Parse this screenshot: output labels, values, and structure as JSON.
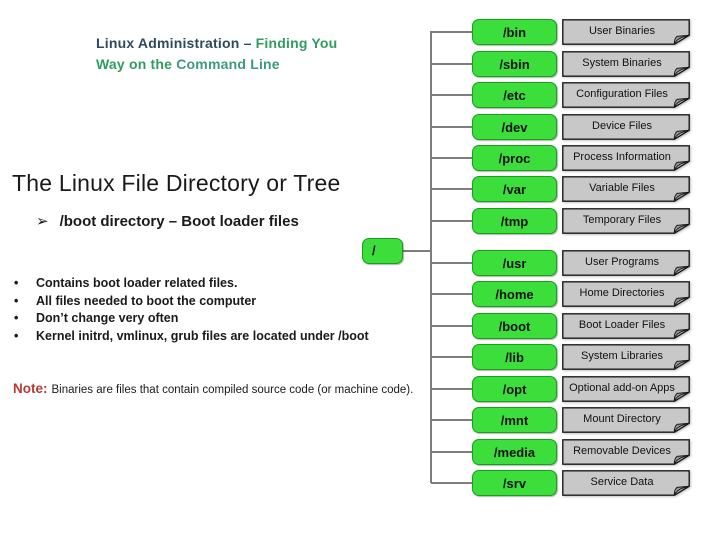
{
  "slide": {
    "title": {
      "segments": [
        {
          "text": "Linux Administration – ",
          "color": "#2E4A5E"
        },
        {
          "text": "Finding You",
          "color": "#2F9D62"
        },
        {
          "text": "Way on the ",
          "color": "#2F9D62"
        },
        {
          "text": "Command Line",
          "color": "#3D9B7D"
        }
      ]
    },
    "heading": "The Linux File Directory or Tree",
    "arrow_item": {
      "bullet": "➢",
      "text": "/boot directory – Boot loader files"
    },
    "bullet_glyph": "•",
    "bullets": [
      "Contains boot loader related files.",
      "All files needed to boot the computer",
      "Don’t change very often",
      "Kernel initrd, vmlinux, grub files are located under /boot"
    ],
    "note": {
      "label": "Note:",
      "text": "Binaries are files that contain compiled source code (or machine code)."
    }
  },
  "tree": {
    "root_label": "/",
    "colors": {
      "node_fill": "#3BDE3B",
      "node_border": "#18A018",
      "desc_fill": "#C8C8C8",
      "desc_border": "#1A1A1A",
      "fold_fill": "#9A9A9A",
      "connector": "#7D7D7D"
    },
    "rows": [
      {
        "dir": "/bin",
        "desc": "User Binaries"
      },
      {
        "dir": "/sbin",
        "desc": "System Binaries"
      },
      {
        "dir": "/etc",
        "desc": "Configuration Files"
      },
      {
        "dir": "/dev",
        "desc": "Device Files"
      },
      {
        "dir": "/proc",
        "desc": "Process Information"
      },
      {
        "dir": "/var",
        "desc": "Variable Files"
      },
      {
        "dir": "/tmp",
        "desc": "Temporary Files"
      },
      {
        "dir": "/usr",
        "desc": "User Programs"
      },
      {
        "dir": "/home",
        "desc": "Home Directories"
      },
      {
        "dir": "/boot",
        "desc": "Boot Loader Files"
      },
      {
        "dir": "/lib",
        "desc": "System Libraries"
      },
      {
        "dir": "/opt",
        "desc": "Optional add-on Apps"
      },
      {
        "dir": "/mnt",
        "desc": "Mount Directory"
      },
      {
        "dir": "/media",
        "desc": "Removable Devices"
      },
      {
        "dir": "/srv",
        "desc": "Service Data"
      }
    ]
  }
}
